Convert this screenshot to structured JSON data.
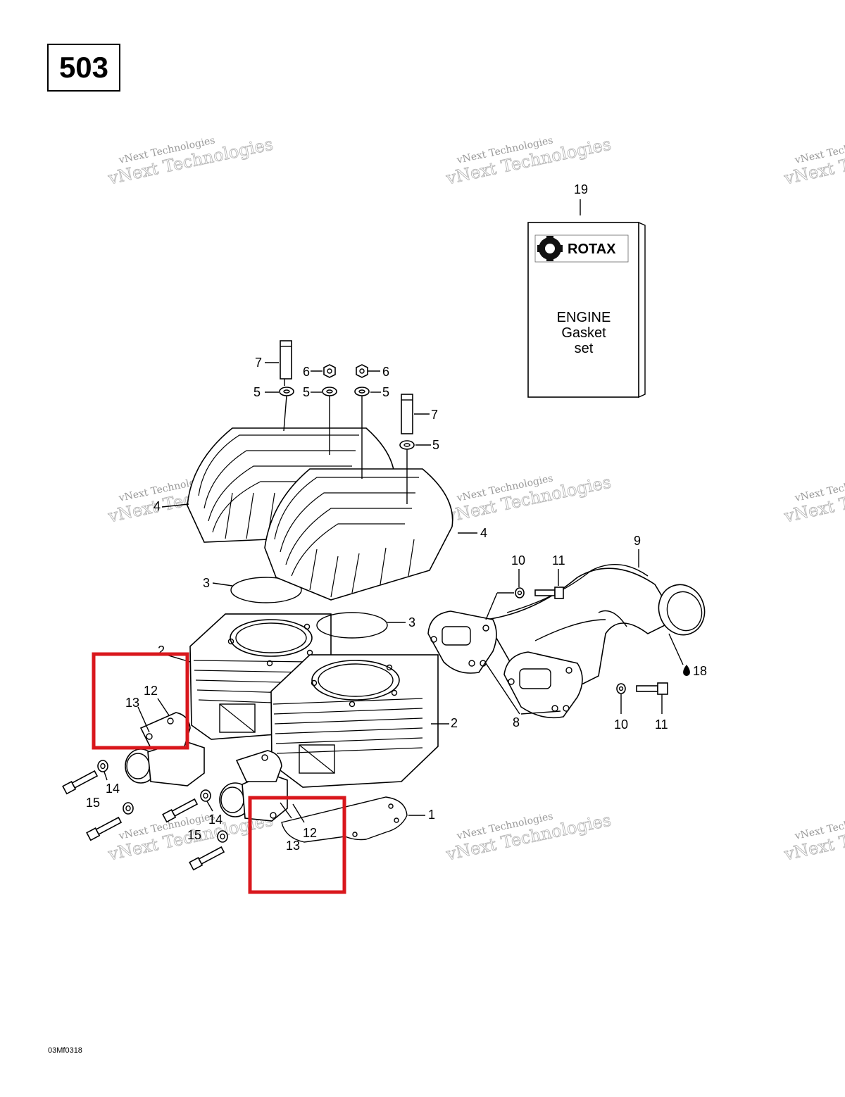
{
  "page_number": "503",
  "figure_code": "03Mf0318",
  "highlight_color": "#d9171c",
  "watermark": {
    "line1": "vNext Technologies",
    "line2": "vNext Technologies",
    "instances": 9
  },
  "booklet": {
    "brand": "ROTAX",
    "line1": "ENGINE",
    "line2": "Gasket",
    "line3": "set"
  },
  "callouts": {
    "c1": "1",
    "c2a": "2",
    "c2b": "2",
    "c3a": "3",
    "c3b": "3",
    "c4a": "4",
    "c4b": "4",
    "c5a": "5",
    "c5b": "5",
    "c5c": "5",
    "c5d": "5",
    "c6a": "6",
    "c6b": "6",
    "c7a": "7",
    "c7b": "7",
    "c8": "8",
    "c9": "9",
    "c10a": "10",
    "c10b": "10",
    "c11a": "11",
    "c11b": "11",
    "c12a": "12",
    "c12b": "12",
    "c13a": "13",
    "c13b": "13",
    "c14a": "14",
    "c14b": "14",
    "c15a": "15",
    "c15b": "15",
    "c18": "18",
    "c19": "19"
  }
}
